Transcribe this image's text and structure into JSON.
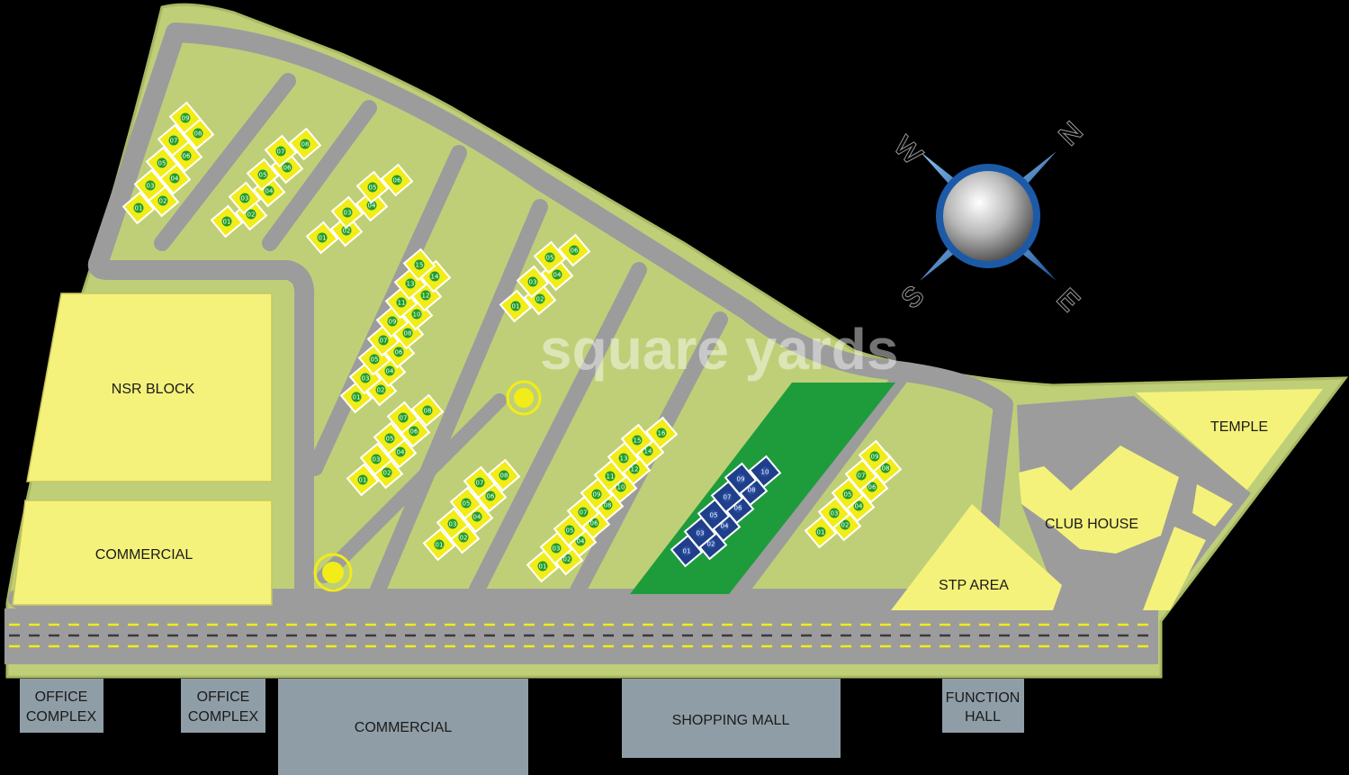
{
  "zones": {
    "nsr_block": "NSR BLOCK",
    "commercial_left": "COMMERCIAL",
    "temple": "TEMPLE",
    "club_house": "CLUB HOUSE",
    "stp_area": "STP AREA"
  },
  "outside_blocks": {
    "office_complex_1": [
      "OFFICE",
      "COMPLEX"
    ],
    "office_complex_2": [
      "OFFICE",
      "COMPLEX"
    ],
    "commercial": "COMMERCIAL",
    "shopping_mall": "SHOPPING MALL",
    "function_hall": [
      "FUNCTION",
      "HALL"
    ]
  },
  "compass": {
    "n": "N",
    "e": "E",
    "s": "S",
    "w": "W"
  },
  "watermark": "square yards",
  "colors": {
    "background": "#000000",
    "land": "#bfcf78",
    "land_edge": "#a8b864",
    "road": "#9c9c9c",
    "plot": "#f2ec18",
    "plot_highlight": "#f4f27a",
    "premium_plot": "#1f3f8a",
    "green_area": "#1e9c3c",
    "outside_block": "#8f9da6",
    "plot_number_dot": "#1f9c2c"
  },
  "plot_rows": [
    {
      "id": "row-a",
      "plots": [
        "01",
        "02",
        "03",
        "04",
        "05",
        "06",
        "07",
        "08",
        "09"
      ]
    },
    {
      "id": "row-b",
      "plots": [
        "01",
        "02",
        "03",
        "04",
        "05",
        "06",
        "07",
        "08"
      ]
    },
    {
      "id": "row-c",
      "plots": [
        "01",
        "02",
        "03",
        "04",
        "05",
        "06"
      ]
    },
    {
      "id": "row-d",
      "plots": [
        "01",
        "02",
        "03",
        "04",
        "05",
        "06",
        "07",
        "08",
        "09",
        "10",
        "11",
        "12",
        "13",
        "14",
        "15"
      ]
    },
    {
      "id": "row-e",
      "plots": [
        "01",
        "02",
        "03",
        "04",
        "05",
        "06"
      ]
    },
    {
      "id": "row-f",
      "plots": [
        "01",
        "02",
        "03",
        "04",
        "05",
        "06",
        "07",
        "08"
      ]
    },
    {
      "id": "row-g",
      "plots": [
        "01",
        "02",
        "03",
        "04",
        "05",
        "06",
        "07",
        "08"
      ]
    },
    {
      "id": "row-h",
      "plots": [
        "01",
        "02",
        "03",
        "04",
        "05",
        "06",
        "07",
        "08",
        "09",
        "10",
        "11",
        "12",
        "13",
        "14",
        "15",
        "16"
      ]
    },
    {
      "id": "row-i-premium",
      "plots": [
        "01",
        "02",
        "03",
        "04",
        "05",
        "06",
        "07",
        "08",
        "09",
        "10"
      ]
    },
    {
      "id": "row-j",
      "plots": [
        "01",
        "02",
        "03",
        "04",
        "05",
        "06",
        "07",
        "08",
        "09"
      ]
    }
  ]
}
